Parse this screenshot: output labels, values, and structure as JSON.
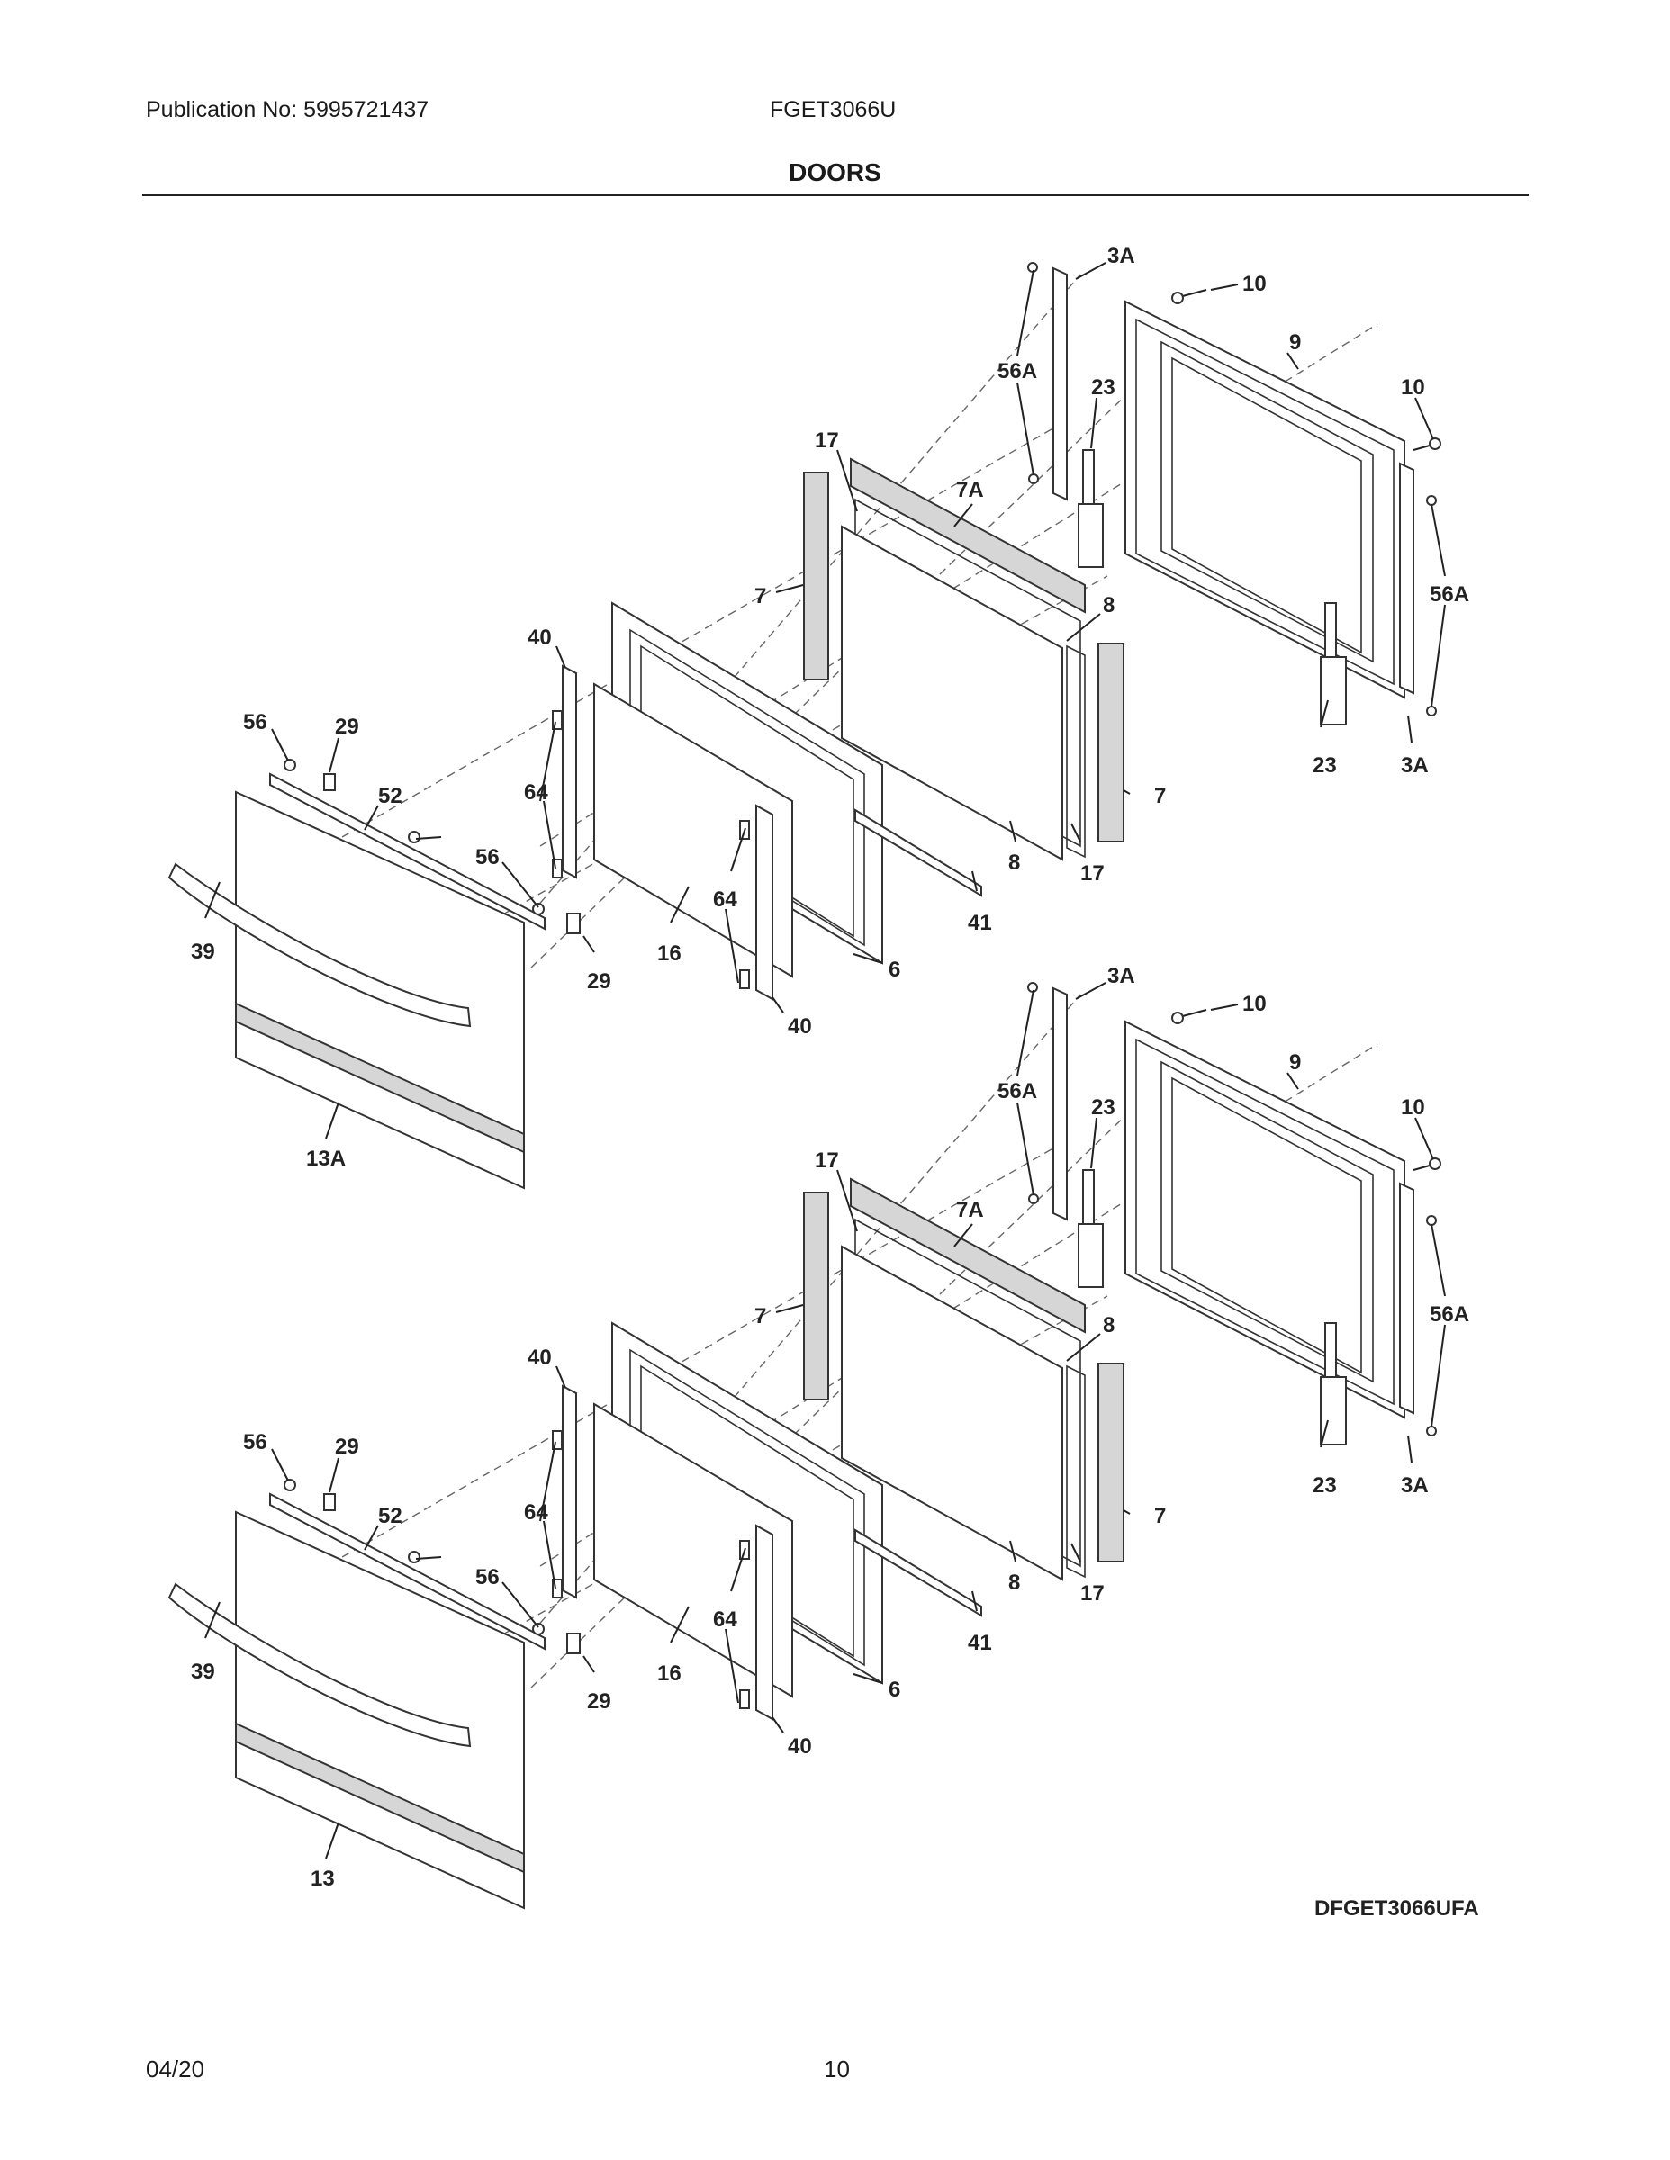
{
  "header": {
    "publication": "Publication No: 5995721437",
    "model": "FGET3066U",
    "section_title": "DOORS"
  },
  "footer": {
    "date": "04/20",
    "page_number": "10"
  },
  "diagram": {
    "code": "DFGET3066UFA",
    "upper_door_labels": [
      "3A",
      "10",
      "9",
      "56A",
      "23",
      "10",
      "17",
      "7A",
      "7",
      "8",
      "56A",
      "40",
      "56",
      "29",
      "52",
      "64",
      "56",
      "7",
      "23",
      "3A",
      "8",
      "17",
      "41",
      "64",
      "39",
      "16",
      "6",
      "29",
      "40",
      "13A"
    ],
    "lower_door_labels": [
      "3A",
      "10",
      "9",
      "56A",
      "23",
      "10",
      "17",
      "7A",
      "7",
      "8",
      "56A",
      "40",
      "56",
      "29",
      "52",
      "64",
      "56",
      "7",
      "23",
      "3A",
      "8",
      "17",
      "41",
      "64",
      "39",
      "16",
      "6",
      "29",
      "40",
      "13"
    ]
  }
}
